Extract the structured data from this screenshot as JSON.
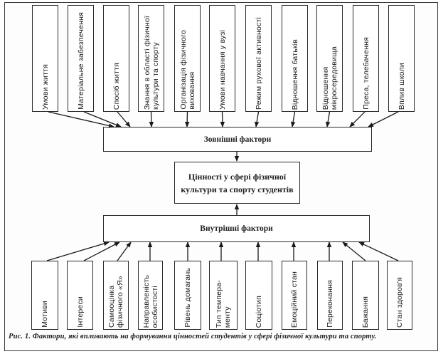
{
  "diagram": {
    "external_factors": [
      {
        "label": "Умови життя"
      },
      {
        "label": "Матеріальне забезпечення"
      },
      {
        "label": "Спосіб життя"
      },
      {
        "label": "Знання в області фізичної\nкультури та спорту"
      },
      {
        "label": "Організація фізичного\nвиховання"
      },
      {
        "label": "Умови навчання у вузі"
      },
      {
        "label": "Режим рухової активності"
      },
      {
        "label": "Відношення батьків"
      },
      {
        "label": "Відношення\nмікросередовища"
      },
      {
        "label": "Преса, телебачення"
      },
      {
        "label": "Вплив школи"
      }
    ],
    "external_hub": "Зовнішні фактори",
    "center": "Цінності у сфері фізичної\nкультури та спорту студентів",
    "internal_hub": "Внутрішні фактори",
    "internal_factors": [
      {
        "label": "Мотиви"
      },
      {
        "label": "Інтереси"
      },
      {
        "label": "Самооцінка\nфізичного «Я»"
      },
      {
        "label": "Направленість\nособистості"
      },
      {
        "label": "Рівень домагань"
      },
      {
        "label": "Тип темпера-\nменту"
      },
      {
        "label": "Соціотип"
      },
      {
        "label": "Емоційний стан"
      },
      {
        "label": "Переконання"
      },
      {
        "label": "Бажання"
      },
      {
        "label": "Стан здоров'я"
      }
    ],
    "caption": "Рис. 1. Фактори, які впливають на формування цінностей студентів у сфері фізичної культури та спорту."
  }
}
